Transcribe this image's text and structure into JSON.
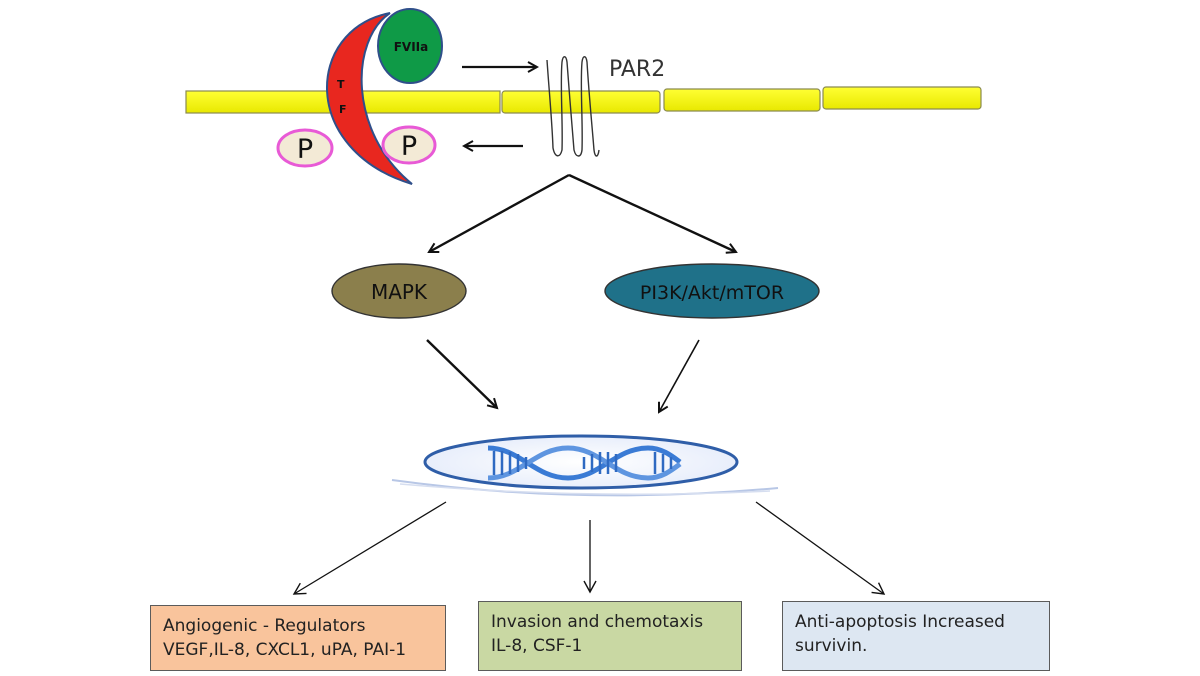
{
  "labels": {
    "fviia": "FVIIa",
    "tf_t": "T",
    "tf_f": "F",
    "phospho_left": "P",
    "phospho_right": "P",
    "par2": "PAR2",
    "mapk": "MAPK",
    "pi3k": "PI3K/Akt/mTOR"
  },
  "outcomes": {
    "angiogenic": {
      "line1": "Angiogenic - Regulators",
      "line2": "VEGF,IL-8, CXCL1, uPA, PAI-1"
    },
    "invasion": {
      "line1": "Invasion and chemotaxis",
      "line2": "IL-8, CSF-1"
    },
    "antiapoptosis": {
      "line1": "Anti-apoptosis Increased",
      "line2": "survivin."
    }
  },
  "colors": {
    "membrane": "#ffff00",
    "tf": "#e8271f",
    "fviia": "#0f9a47",
    "mapk": "#8b7f4c",
    "pi3k": "#1f7189",
    "phospho_fill": "#f3ead6",
    "phospho_ring": "#e85ad6",
    "dna": "#3a7bd5"
  }
}
